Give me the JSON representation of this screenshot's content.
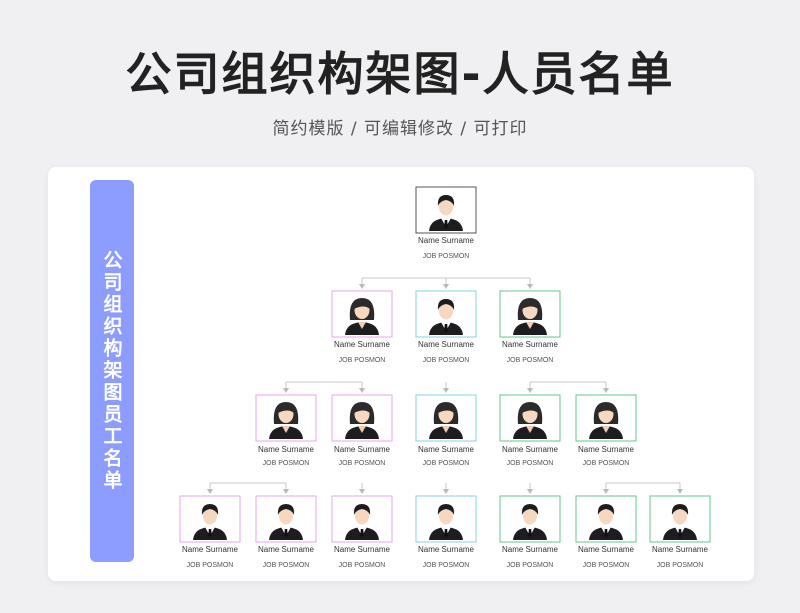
{
  "header": {
    "title": "公司组织构架图-人员名单",
    "subtitle": "简约模版 /  可编辑修改  / 可打印"
  },
  "sidebar": {
    "label": "公司组织构架图员工名单"
  },
  "colors": {
    "pink": "#e8a6ec",
    "cyan": "#7fd6e0",
    "green": "#62c98c",
    "gray": "#555555",
    "accent": "#8c9cff"
  },
  "org": {
    "levels": [
      [
        {
          "name": "Name Surname",
          "job": "JOB POSMON",
          "gender": "male",
          "border": "gray"
        }
      ],
      [
        {
          "name": "Name Surname",
          "job": "JOB POSMON",
          "gender": "female",
          "border": "pink"
        },
        {
          "name": "Name Surname",
          "job": "JOB POSMON",
          "gender": "male",
          "border": "cyan"
        },
        {
          "name": "Name Surname",
          "job": "JOB POSMON",
          "gender": "female",
          "border": "green"
        }
      ],
      [
        {
          "name": "Name Surname",
          "job": "JOB POSMON",
          "gender": "female",
          "border": "pink"
        },
        {
          "name": "Name Surname",
          "job": "JOB POSMON",
          "gender": "female",
          "border": "pink"
        },
        {
          "name": "Name Surname",
          "job": "JOB POSMON",
          "gender": "female",
          "border": "cyan"
        },
        {
          "name": "Name Surname",
          "job": "JOB POSMON",
          "gender": "female",
          "border": "green"
        },
        {
          "name": "Name Surname",
          "job": "JOB POSMON",
          "gender": "female",
          "border": "green"
        }
      ],
      [
        {
          "name": "Name Surname",
          "job": "JOB POSMON",
          "gender": "male",
          "border": "pink"
        },
        {
          "name": "Name Surname",
          "job": "JOB POSMON",
          "gender": "male",
          "border": "pink"
        },
        {
          "name": "Name Surname",
          "job": "JOB POSMON",
          "gender": "male",
          "border": "pink"
        },
        {
          "name": "Name Surname",
          "job": "JOB POSMON",
          "gender": "male",
          "border": "cyan"
        },
        {
          "name": "Name Surname",
          "job": "JOB POSMON",
          "gender": "male",
          "border": "green"
        },
        {
          "name": "Name Surname",
          "job": "JOB POSMON",
          "gender": "male",
          "border": "green"
        },
        {
          "name": "Name Surname",
          "job": "JOB POSMON",
          "gender": "male",
          "border": "green"
        }
      ]
    ]
  }
}
